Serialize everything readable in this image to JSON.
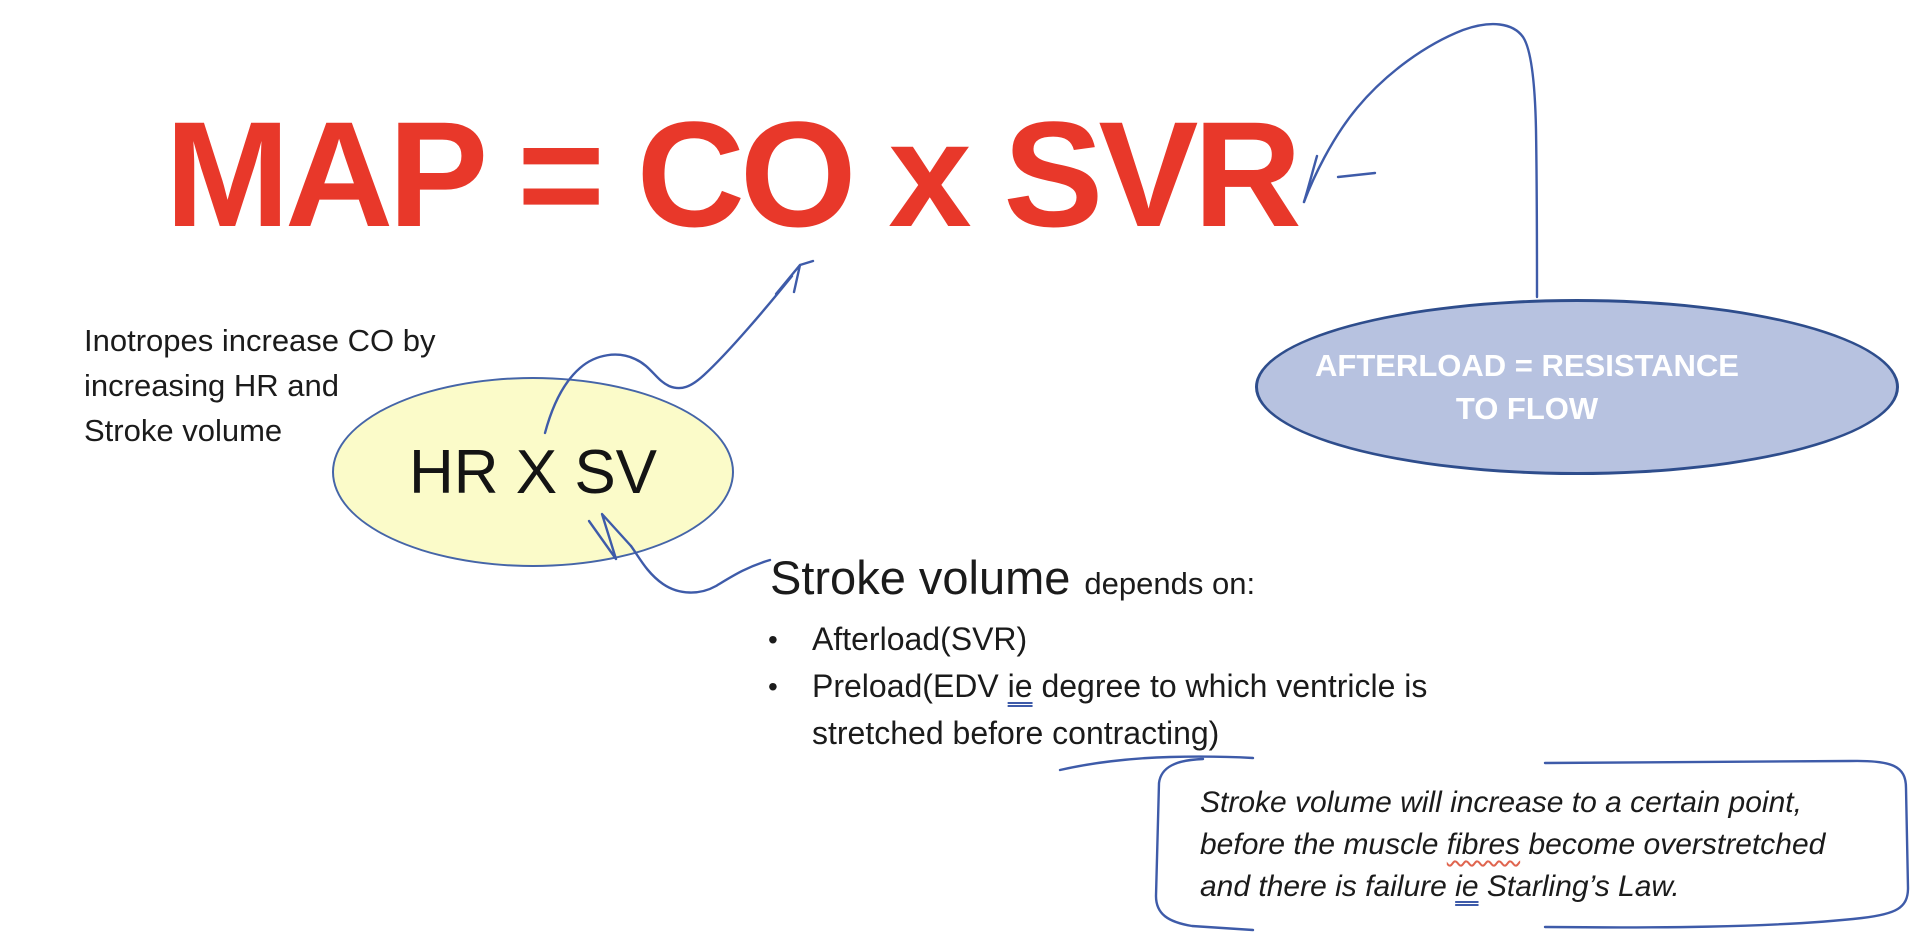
{
  "title": {
    "text": "MAP = CO x SVR"
  },
  "left_note": {
    "text": "Inotropes increase CO by\nincreasing HR and\nStroke volume"
  },
  "hr_sv_ellipse": {
    "label": "HR X SV"
  },
  "afterload_ellipse": {
    "line1": "AFTERLOAD = RESISTANCE",
    "line2": "TO FLOW"
  },
  "stroke_volume_section": {
    "heading_main": "Stroke volume",
    "heading_rest": "depends on:",
    "bullet_char": "•",
    "bullet1": "Afterload(SVR)",
    "bullet2_pre": "Preload(EDV ",
    "bullet2_underlined": "ie",
    "bullet2_post": " degree to which ventricle is",
    "bullet2_continuation": "stretched before contracting)"
  },
  "starling_box": {
    "line1": "Stroke volume will increase to a certain point,",
    "line2_pre": "before the muscle ",
    "line2_wavy": "fibres",
    "line2_post": " become overstretched",
    "line3_pre": "and there is failure ",
    "line3_underlined": "ie",
    "line3_post": " Starling’s Law."
  },
  "colors": {
    "title_red": "#e8382a",
    "text_black": "#1b1b1b",
    "yellow_fill": "#fbfbc9",
    "yellow_border": "#4565a8",
    "blue_fill": "#b7c2e0",
    "blue_border": "#2e4d8c",
    "ellipse_text_white": "#ffffff",
    "ink_blue": "#3e5ba9",
    "squiggle_red": "#e0654f"
  }
}
